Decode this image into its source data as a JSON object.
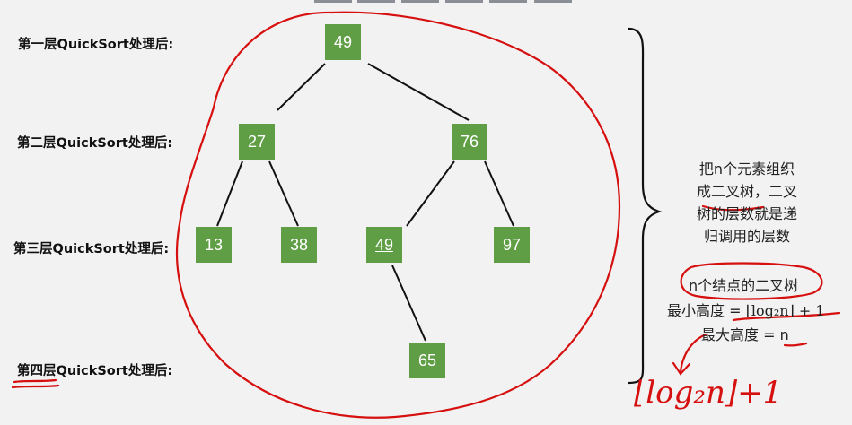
{
  "levels": [
    "第一层QuickSort处理后:",
    "第二层QuickSort处理后:",
    "第三层QuickSort处理后:",
    "第四层QuickSort处理后:"
  ],
  "nodes": [
    "49",
    "27",
    "76",
    "13",
    "38",
    "49",
    "97",
    "65"
  ],
  "note": {
    "line1": "把n个元素组织",
    "line2": "成二叉树，二叉",
    "line3": "树的层数就是递",
    "line4": "归调用的层数"
  },
  "formula": {
    "title": "n个结点的二叉树",
    "min_label": "最小高度 =",
    "min_expr": "⌊log₂n⌋ + 1",
    "max_label": "最大高度 =",
    "max_value": "n"
  },
  "handwriting": "⌊log₂n⌋+1",
  "colors": {
    "node": "#5f9e45",
    "annotation": "#d60f0f",
    "edge": "#111111"
  }
}
